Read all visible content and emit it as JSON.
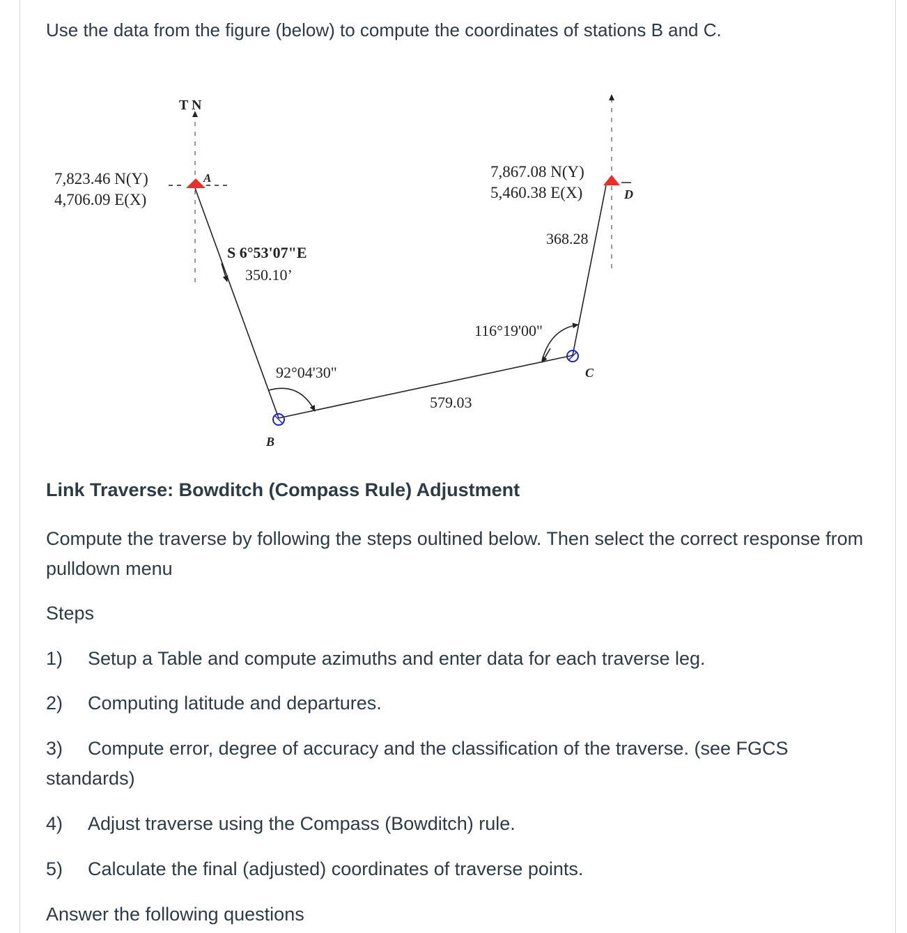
{
  "question": {
    "prompt": "Use the data from the figure (below)  to compute the coordinates of stations B and C."
  },
  "figure": {
    "north_label_A": "T N",
    "station_A": {
      "label": "A",
      "northing": "7,823.46 N(Y)",
      "easting": "4,706.09 E(X)"
    },
    "station_D": {
      "label": "D",
      "northing": "7,867.08 N(Y)",
      "easting": "5,460.38 E(X)"
    },
    "station_B": {
      "label": "B"
    },
    "station_C": {
      "label": "C"
    },
    "leg_AB": {
      "bearing": "S 6°53'07\"E",
      "distance": "350.10’"
    },
    "leg_BC": {
      "distance": "579.03"
    },
    "leg_CD": {
      "distance": "368.28"
    },
    "angle_B": "92°04'30\"",
    "angle_C": "116°19'00\"",
    "colors": {
      "control_station": "#e8302a",
      "traverse_station": "#2222cc",
      "line": "#222222"
    }
  },
  "section": {
    "title": "Link Traverse:  Bowditch (Compass Rule) Adjustment",
    "intro": "Compute the traverse by following the steps oultined below. Then select the correct response from pulldown menu",
    "steps_heading": "Steps",
    "steps": [
      {
        "num": "1)",
        "text": "Setup a Table and compute azimuths and enter data for each traverse leg."
      },
      {
        "num": "2)",
        "text": "Computing latitude and departures."
      },
      {
        "num": "3)",
        "text": "Compute error, degree of accuracy and the classification of the traverse. (see FGCS standards)"
      },
      {
        "num": "4)",
        "text": "Adjust traverse using the Compass (Bowditch) rule."
      },
      {
        "num": "5)",
        "text": "Calculate the final (adjusted) coordinates of traverse points."
      }
    ],
    "closing": "Answer the following questions"
  }
}
